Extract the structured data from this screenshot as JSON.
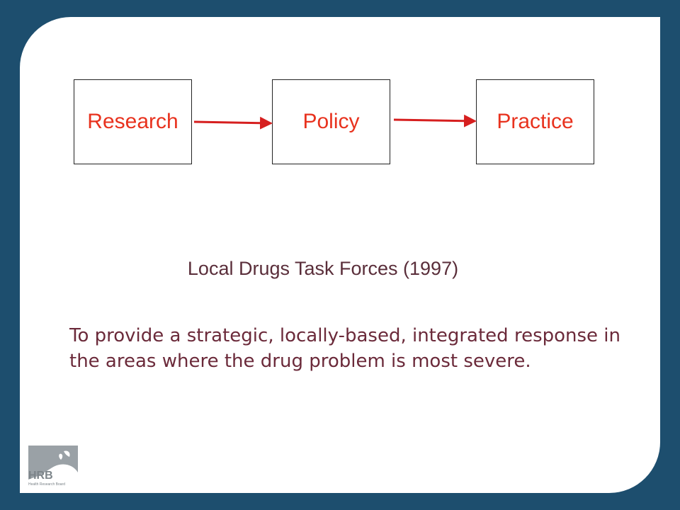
{
  "diagram": {
    "nodes": [
      {
        "id": "research",
        "label": "Research"
      },
      {
        "id": "policy",
        "label": "Policy"
      },
      {
        "id": "practice",
        "label": "Practice"
      }
    ],
    "edges": [
      {
        "from": "research",
        "to": "policy"
      },
      {
        "from": "policy",
        "to": "practice"
      }
    ]
  },
  "content": {
    "subtitle": "Local Drugs Task Forces (1997)",
    "description": "To provide a strategic, locally-based, integrated response in the areas where the drug problem is most severe."
  },
  "logo": {
    "text": "HRB",
    "subtext": "Health Research Board"
  },
  "colors": {
    "background": "#1d4e6e",
    "panel": "#ffffff",
    "node_text": "#e8321e",
    "arrow": "#d61f1f",
    "body_text": "#6b2a3a",
    "subtitle_text": "#5a2e3a",
    "logo": "#9aa1a6"
  }
}
